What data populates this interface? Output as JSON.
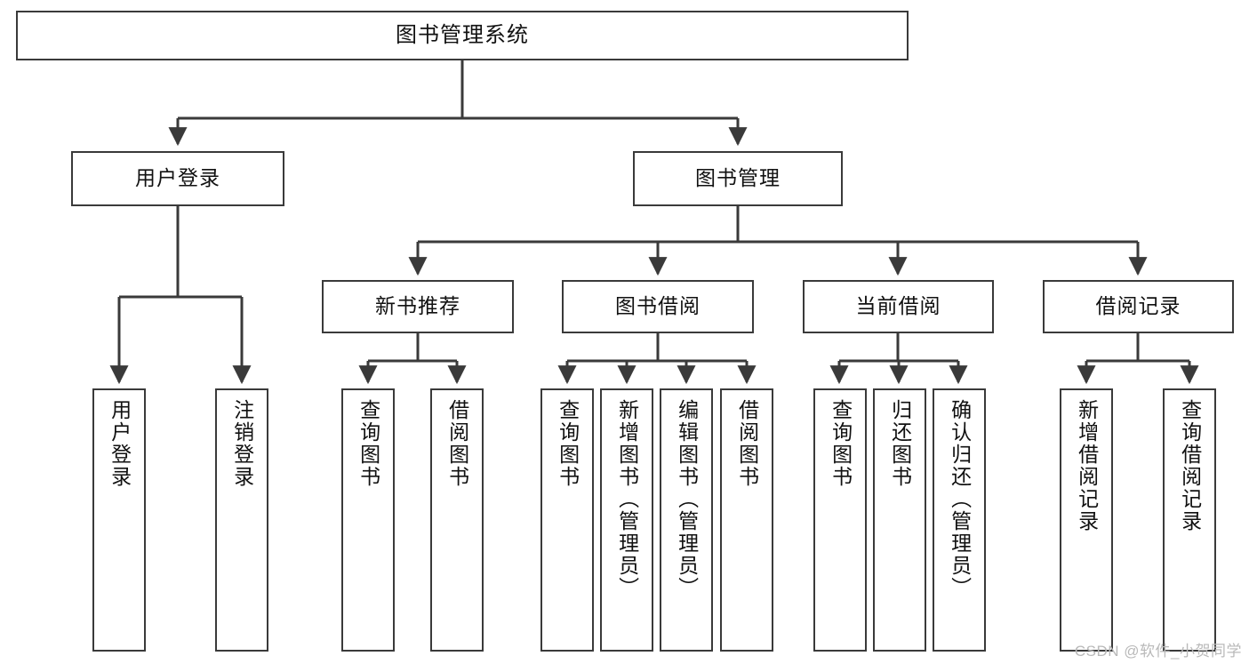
{
  "diagram": {
    "title": "图书管理系统",
    "type": "tree",
    "watermark": "CSDN @软件_小贺同学",
    "colors": {
      "box_border": "#3a3a3a",
      "box_fill": "#ffffff",
      "edge": "#3a3a3a",
      "text": "#111111",
      "watermark": "#b9b9b9",
      "background": "#ffffff"
    },
    "nodes": {
      "root": {
        "label": "图书管理系统"
      },
      "level2": [
        {
          "label": "用户登录"
        },
        {
          "label": "图书管理"
        }
      ],
      "level3": [
        {
          "label": "新书推荐"
        },
        {
          "label": "图书借阅"
        },
        {
          "label": "当前借阅"
        },
        {
          "label": "借阅记录"
        }
      ],
      "leaves": {
        "user_login": [
          {
            "label": "用户登录"
          },
          {
            "label": "注销登录"
          }
        ],
        "new_book": [
          {
            "label": "查询图书"
          },
          {
            "label": "借阅图书"
          }
        ],
        "book_borrow": [
          {
            "label": "查询图书"
          },
          {
            "label": "新增图书（管理员）"
          },
          {
            "label": "编辑图书（管理员）"
          },
          {
            "label": "借阅图书"
          }
        ],
        "current_borrow": [
          {
            "label": "查询图书"
          },
          {
            "label": "归还图书"
          },
          {
            "label": "确认归还（管理员）"
          }
        ],
        "borrow_record": [
          {
            "label": "新增借阅记录"
          },
          {
            "label": "查询借阅记录"
          }
        ]
      }
    }
  }
}
